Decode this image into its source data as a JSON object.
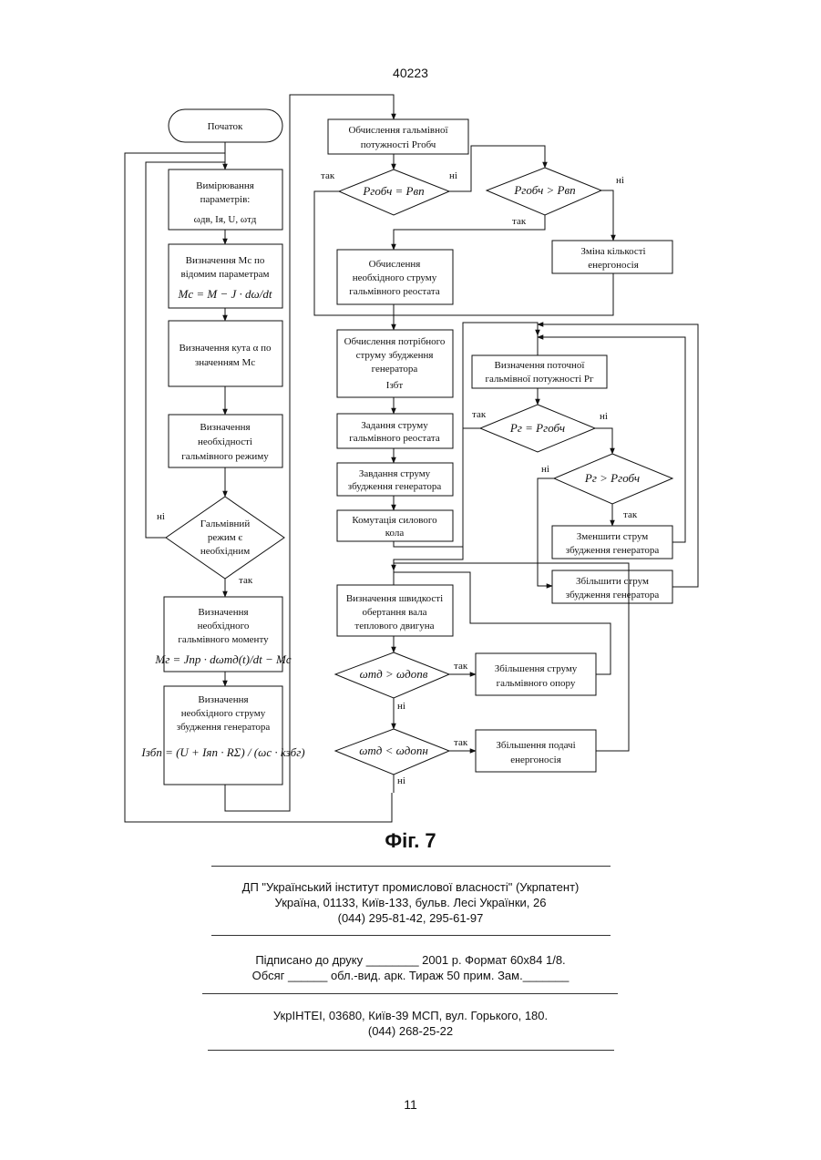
{
  "patent_number": "40223",
  "diagram": {
    "start": "Початок",
    "measure": [
      "Вимірювання",
      "параметрів:",
      "ωдв, Iя, U, ωтд"
    ],
    "mc": [
      "Визначення Мс по",
      "відомим параметрам",
      "Mc = M − J · dω/dt"
    ],
    "alpha": [
      "Визначення кута α по",
      "значенням Мс"
    ],
    "mode_need": [
      "Визначення",
      "необхідності",
      "гальмівного режиму"
    ],
    "mode_decision": [
      "Гальмівний",
      "режим є",
      "необхідним"
    ],
    "moment": [
      "Визначення",
      "необхідного",
      "гальмівного моменту",
      "Mг = Jпр · dωтд(t)/dt − Mc"
    ],
    "excitation_current": [
      "Визначення",
      "необхідного струму",
      "збудження генератора",
      "Iзбп = (U + Iяп · RΣ) / (ωc · kзбг)"
    ],
    "power_calc": [
      "Обчислення гальмівної",
      "потужності Pгобч"
    ],
    "p_equal": "Pгобч = Pвп",
    "p_greater": "Pгобч > Pвп",
    "energy_change": [
      "Зміна кількості",
      "енергоносія"
    ],
    "rheostat_current": [
      "Обчислення",
      "необхідного струму",
      "гальмівного реостата"
    ],
    "required_excitation": [
      "Обчислення потрібного",
      "струму збудження",
      "генератора",
      "Iзбт"
    ],
    "set_rheostat": [
      "Задання струму",
      "гальмівного реостата"
    ],
    "set_excitation": [
      "Завдання струму",
      "збудження генератора"
    ],
    "switching": [
      "Комутація силового",
      "кола"
    ],
    "current_power": [
      "Визначення поточної",
      "гальмівної потужності Pг"
    ],
    "pg_equal": "Pг = Pгобч",
    "pg_greater": "Pг > Pгобч",
    "decrease_excitation": [
      "Зменшити струм",
      "збудження генератора"
    ],
    "increase_excitation": [
      "Збільшити струм",
      "збудження генератора"
    ],
    "speed": [
      "Визначення швидкості",
      "обертання вала",
      "теплового двигуна"
    ],
    "w_greater": "ωтд > ωдопв",
    "w_less": "ωтд < ωдопн",
    "increase_resistance": [
      "Збільшення струму",
      "гальмівного опору"
    ],
    "increase_supply": [
      "Збільшення подачі",
      "енергоносія"
    ],
    "yes": "так",
    "no": "ні"
  },
  "figure_caption": "Фіг. 7",
  "publisher": {
    "line1": "ДП \"Український інститут промислової власності\" (Укрпатент)",
    "line2": "Україна, 01133, Київ-133, бульв. Лесі Українки, 26",
    "line3": "(044) 295-81-42, 295-61-97"
  },
  "print_info": {
    "line1": "Підписано до друку ________ 2001 р.    Формат 60х84 1/8.",
    "line2": "Обсяг ______ обл.-вид. арк.   Тираж 50 прим.    Зам._______"
  },
  "printer": {
    "line1": "УкрІНТЕІ, 03680, Київ-39 МСП, вул. Горького, 180.",
    "line2": "(044) 268-25-22"
  },
  "page_number": "11"
}
